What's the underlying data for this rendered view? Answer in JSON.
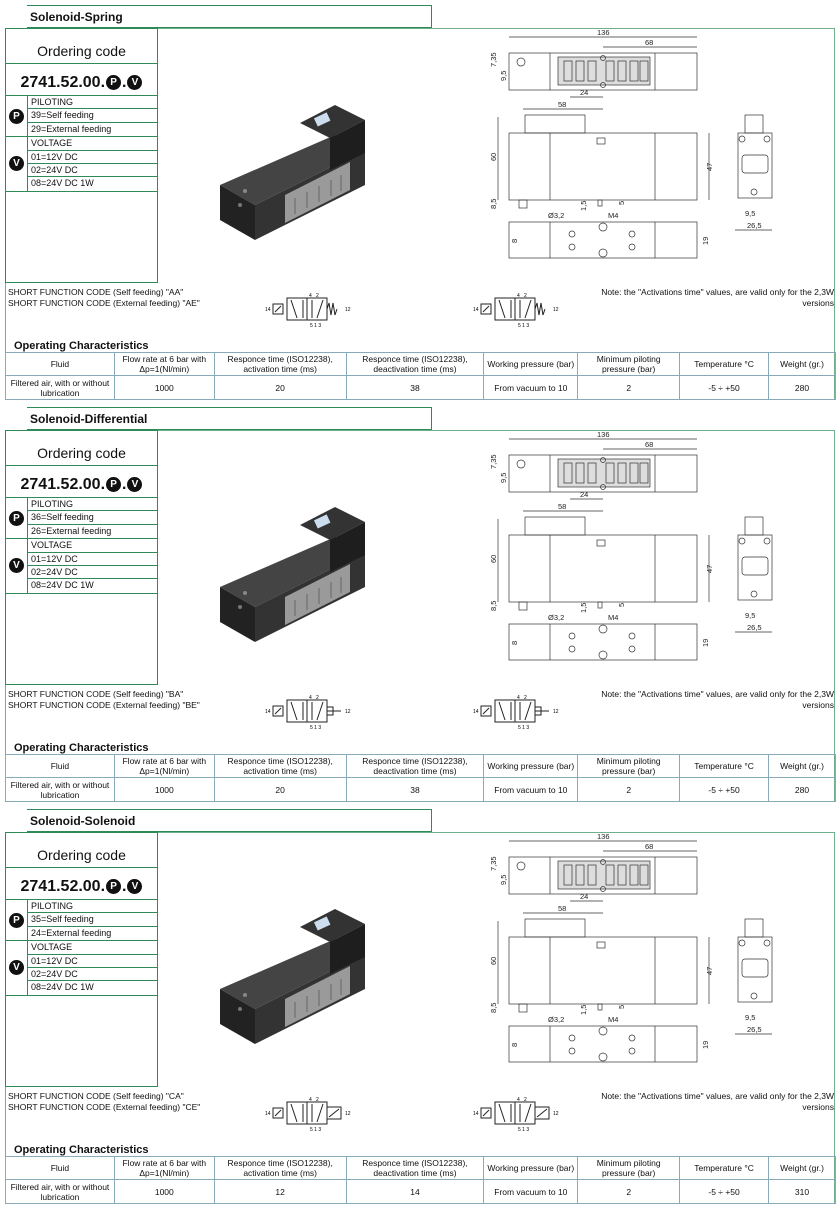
{
  "common": {
    "ordering_label": "Ordering code",
    "code_prefix": "2741.52.00.",
    "code_p": "P",
    "code_dot": ".",
    "code_v": "V",
    "piloting_label": "PILOTING",
    "voltage_label": "VOLTAGE",
    "voltage_options": [
      "01=12V DC",
      "02=24V DC",
      "08=24V DC 1W"
    ],
    "note": "Note: the \"Activations time\" values, are valid only for the 2,3W versions",
    "op_title": "Operating Characteristics",
    "table_headers": [
      "Fluid",
      "Flow rate at 6 bar with Δp=1(Nl/min)",
      "Responce time (ISO12238), activation time (ms)",
      "Responce time (ISO12238), deactivation time (ms)",
      "Working pressure (bar)",
      "Minimum piloting pressure (bar)",
      "Temperature °C",
      "Weight (gr.)"
    ],
    "dims": {
      "d136": "136",
      "d68": "68",
      "d735": "7,35",
      "d95": "9,5",
      "d24": "24",
      "d58": "58",
      "d60": "60",
      "d47": "47",
      "d85": "8,5",
      "d15": "1,5",
      "d5": "5",
      "dphi": "Ø3,2",
      "dm4": "M4",
      "d19": "19",
      "d8": "8",
      "d95b": "9,5",
      "d265": "26,5"
    },
    "port_labels": {
      "p14": "14",
      "p12": "12",
      "p4": "4",
      "p2": "2",
      "p513": "5 1 3"
    }
  },
  "sections": [
    {
      "title": "Solenoid-Spring",
      "piloting": [
        "39=Self feeding",
        "29=External feeding"
      ],
      "sfc_self": "SHORT FUNCTION CODE (Self feeding) \"AA\"",
      "sfc_ext": "SHORT FUNCTION CODE (External feeding) \"AE\"",
      "row": [
        "Filtered air, with or without lubrication",
        "1000",
        "20",
        "38",
        "From vacuum to 10",
        "2",
        "-5 ÷ +50",
        "280"
      ],
      "return": "spring"
    },
    {
      "title": "Solenoid-Differential",
      "piloting": [
        "36=Self feeding",
        "26=External feeding"
      ],
      "sfc_self": "SHORT FUNCTION CODE (Self feeding) \"BA\"",
      "sfc_ext": "SHORT FUNCTION CODE (External feeding) \"BE\"",
      "row": [
        "Filtered air, with or without lubrication",
        "1000",
        "20",
        "38",
        "From vacuum to 10",
        "2",
        "-5 ÷ +50",
        "280"
      ],
      "return": "differential"
    },
    {
      "title": "Solenoid-Solenoid",
      "piloting": [
        "35=Self feeding",
        "24=External feeding"
      ],
      "sfc_self": "SHORT FUNCTION CODE (Self feeding) \"CA\"",
      "sfc_ext": "SHORT FUNCTION CODE (External feeding) \"CE\"",
      "row": [
        "Filtered air, with or without lubrication",
        "1000",
        "12",
        "14",
        "From vacuum to 10",
        "2",
        "-5 ÷ +50",
        "310"
      ],
      "return": "solenoid"
    }
  ]
}
